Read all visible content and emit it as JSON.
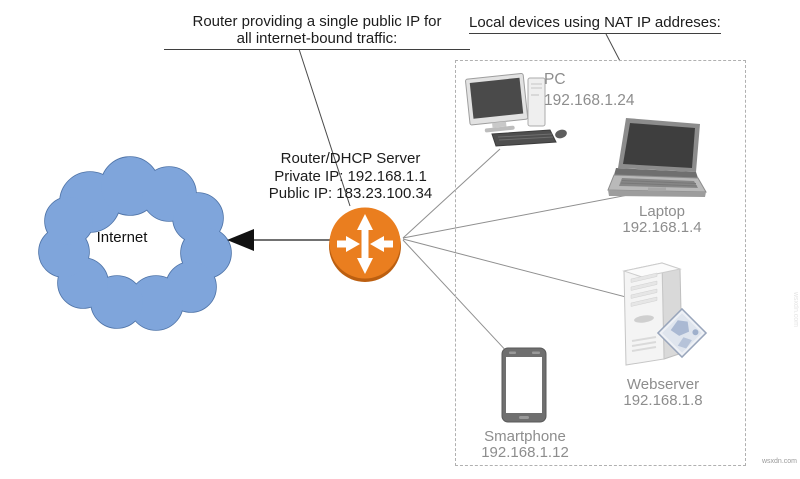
{
  "callouts": {
    "router": {
      "line1": "Router providing a single public IP for",
      "line2": "all internet-bound traffic:"
    },
    "local_devices": {
      "text": "Local devices using NAT IP addreses:"
    }
  },
  "cloud": {
    "label": "Internet",
    "fill": "#7FA5DB",
    "stroke": "#4F74A8"
  },
  "router": {
    "title": "Router/DHCP Server",
    "private_ip": "Private IP: 192.168.1.1",
    "public_ip": "Public IP: 183.23.100.34",
    "color": "#EA7E1F",
    "shadow_color": "#BC5F10"
  },
  "devices": [
    {
      "name": "PC",
      "ip": "192.168.1.24"
    },
    {
      "name": "Laptop",
      "ip": "192.168.1.4"
    },
    {
      "name": "Webserver",
      "ip": "192.168.1.8"
    },
    {
      "name": "Smartphone",
      "ip": "192.168.1.12"
    }
  ],
  "icons": {
    "router": "router-cross-arrows-icon",
    "cloud": "internet-cloud-icon",
    "pc": "desktop-pc-icon",
    "laptop": "laptop-icon",
    "webserver": "server-tower-icon",
    "smartphone": "smartphone-icon"
  },
  "watermark": "wsxdn.com"
}
